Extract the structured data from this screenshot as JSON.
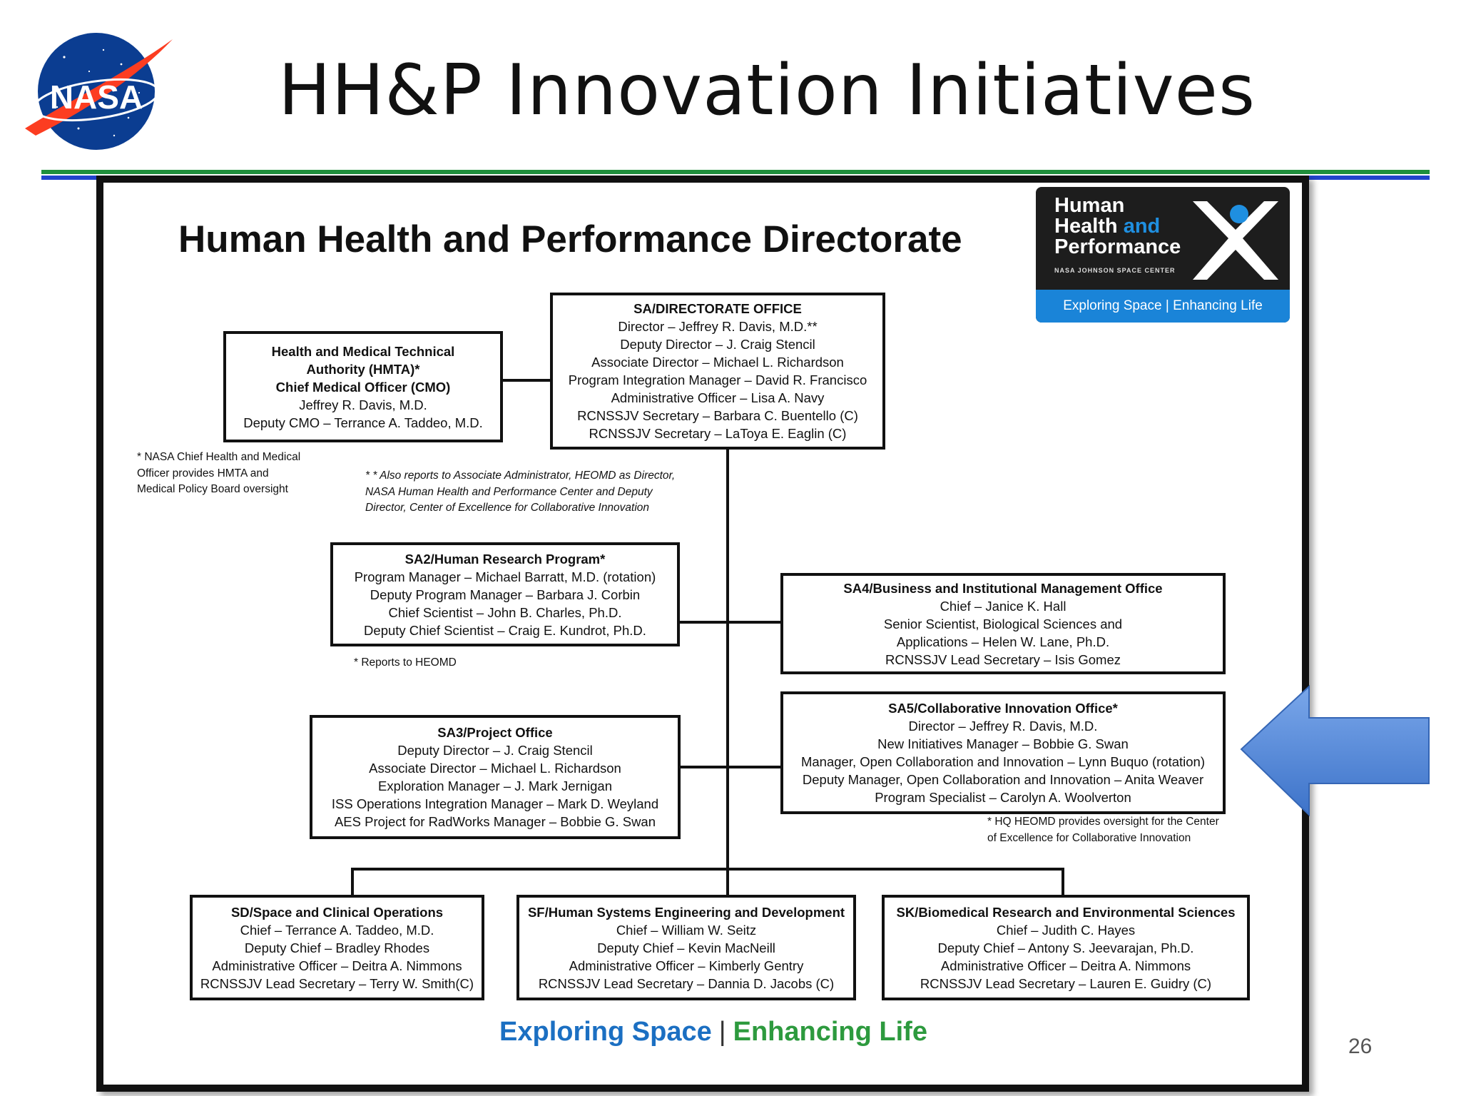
{
  "slide": {
    "title": "HH&P Innovation Initiatives",
    "page_number": "26"
  },
  "colors": {
    "rule_blue": "#2244cc",
    "rule_green": "#1f8f3c",
    "arrow_blue": "#4f86d8",
    "nasa_blue": "#0b3d91",
    "nasa_red": "#fc3d21"
  },
  "nasa_logo": {
    "text": "NASA"
  },
  "org": {
    "title": "Human Health and Performance Directorate",
    "logo": {
      "line1": "Human",
      "line2a": "Health ",
      "line2b": "and",
      "line3": "Performance",
      "small": "NASA JOHNSON SPACE CENTER",
      "tagline_a": "Exploring Space",
      "tagline_sep": " | ",
      "tagline_b": "Enhancing Life"
    },
    "hmta": {
      "lines": [
        "Health and Medical Technical",
        "Authority (HMTA)*",
        "Chief Medical Officer (CMO)",
        "Jeffrey R. Davis, M.D.",
        "Deputy CMO – Terrance A. Taddeo, M.D."
      ]
    },
    "directorate_office": {
      "lines": [
        "SA/DIRECTORATE OFFICE",
        "Director – Jeffrey R. Davis, M.D.**",
        "Deputy Director – J. Craig Stencil",
        "Associate Director – Michael L. Richardson",
        "Program Integration Manager – David R. Francisco",
        "Administrative Officer – Lisa A. Navy",
        "RCNSSJV Secretary – Barbara C. Buentello (C)",
        "RCNSSJV Secretary – LaToya E. Eaglin (C)"
      ]
    },
    "note_hmta": {
      "lines": [
        "* NASA Chief Health and Medical",
        "Officer provides HMTA and",
        "Medical Policy Board oversight"
      ]
    },
    "note_director": {
      "lines": [
        "* * Also reports to Associate Administrator, HEOMD as Director,",
        "NASA Human Health and Performance Center and Deputy",
        "Director, Center of Excellence for Collaborative Innovation"
      ]
    },
    "sa2": {
      "lines": [
        "SA2/Human Research Program*",
        "Program Manager – Michael Barratt, M.D. (rotation)",
        "Deputy Program Manager – Barbara J. Corbin",
        "Chief Scientist – John B. Charles, Ph.D.",
        "Deputy Chief Scientist – Craig E. Kundrot, Ph.D."
      ]
    },
    "note_sa2": {
      "text": "* Reports to HEOMD"
    },
    "sa4": {
      "lines": [
        "SA4/Business and Institutional Management Office",
        "Chief – Janice K. Hall",
        "Senior Scientist, Biological Sciences and",
        "Applications – Helen W. Lane, Ph.D.",
        "RCNSSJV Lead Secretary – Isis Gomez"
      ]
    },
    "sa5": {
      "lines": [
        "SA5/Collaborative Innovation Office*",
        "Director – Jeffrey R. Davis, M.D.",
        "New Initiatives Manager – Bobbie G. Swan",
        "Manager, Open Collaboration and Innovation – Lynn Buquo (rotation)",
        "Deputy Manager,  Open Collaboration and Innovation – Anita Weaver",
        "Program Specialist – Carolyn A. Woolverton"
      ]
    },
    "note_sa5": {
      "lines": [
        "* HQ HEOMD provides oversight for the Center",
        "of Excellence for Collaborative Innovation"
      ]
    },
    "sa3": {
      "lines": [
        "SA3/Project Office",
        "Deputy Director – J. Craig Stencil",
        "Associate Director – Michael L. Richardson",
        "Exploration Manager – J. Mark Jernigan",
        "ISS Operations Integration Manager – Mark D. Weyland",
        "AES Project for RadWorks Manager – Bobbie G. Swan"
      ]
    },
    "sd": {
      "lines": [
        "SD/Space and Clinical Operations",
        "Chief – Terrance A. Taddeo, M.D.",
        "Deputy Chief – Bradley Rhodes",
        "Administrative Officer – Deitra A. Nimmons",
        "RCNSSJV Lead Secretary – Terry W. Smith(C)"
      ]
    },
    "sf": {
      "lines": [
        "SF/Human Systems Engineering and Development",
        "Chief – William W. Seitz",
        "Deputy Chief – Kevin MacNeill",
        "Administrative Officer – Kimberly Gentry",
        "RCNSSJV Lead Secretary – Dannia D. Jacobs (C)"
      ]
    },
    "sk": {
      "lines": [
        "SK/Biomedical Research and Environmental Sciences",
        "Chief – Judith C. Hayes",
        "Deputy Chief – Antony S. Jeevarajan, Ph.D.",
        "Administrative Officer – Deitra A. Nimmons",
        "RCNSSJV Lead Secretary – Lauren E. Guidry (C)"
      ]
    },
    "footer": {
      "a": "Exploring Space",
      "sep": "|",
      "b": "Enhancing Life"
    }
  }
}
